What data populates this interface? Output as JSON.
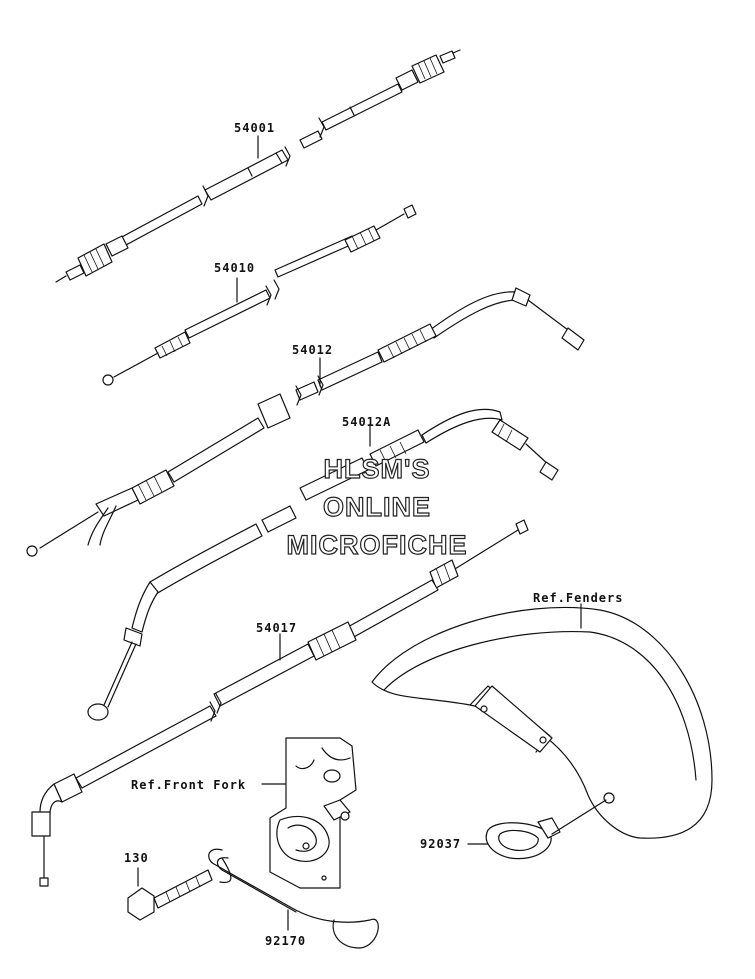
{
  "diagram": {
    "part_labels": {
      "p54001": "54001",
      "p54010": "54010",
      "p54012": "54012",
      "p54012a": "54012A",
      "p54017": "54017",
      "p92037": "92037",
      "p130": "130",
      "p92170": "92170"
    },
    "references": {
      "fenders": "Ref.Fenders",
      "front_fork": "Ref.Front Fork"
    },
    "watermark": {
      "line1": "HLSM'S",
      "line2": "ONLINE",
      "line3": "MICROFICHE"
    }
  }
}
